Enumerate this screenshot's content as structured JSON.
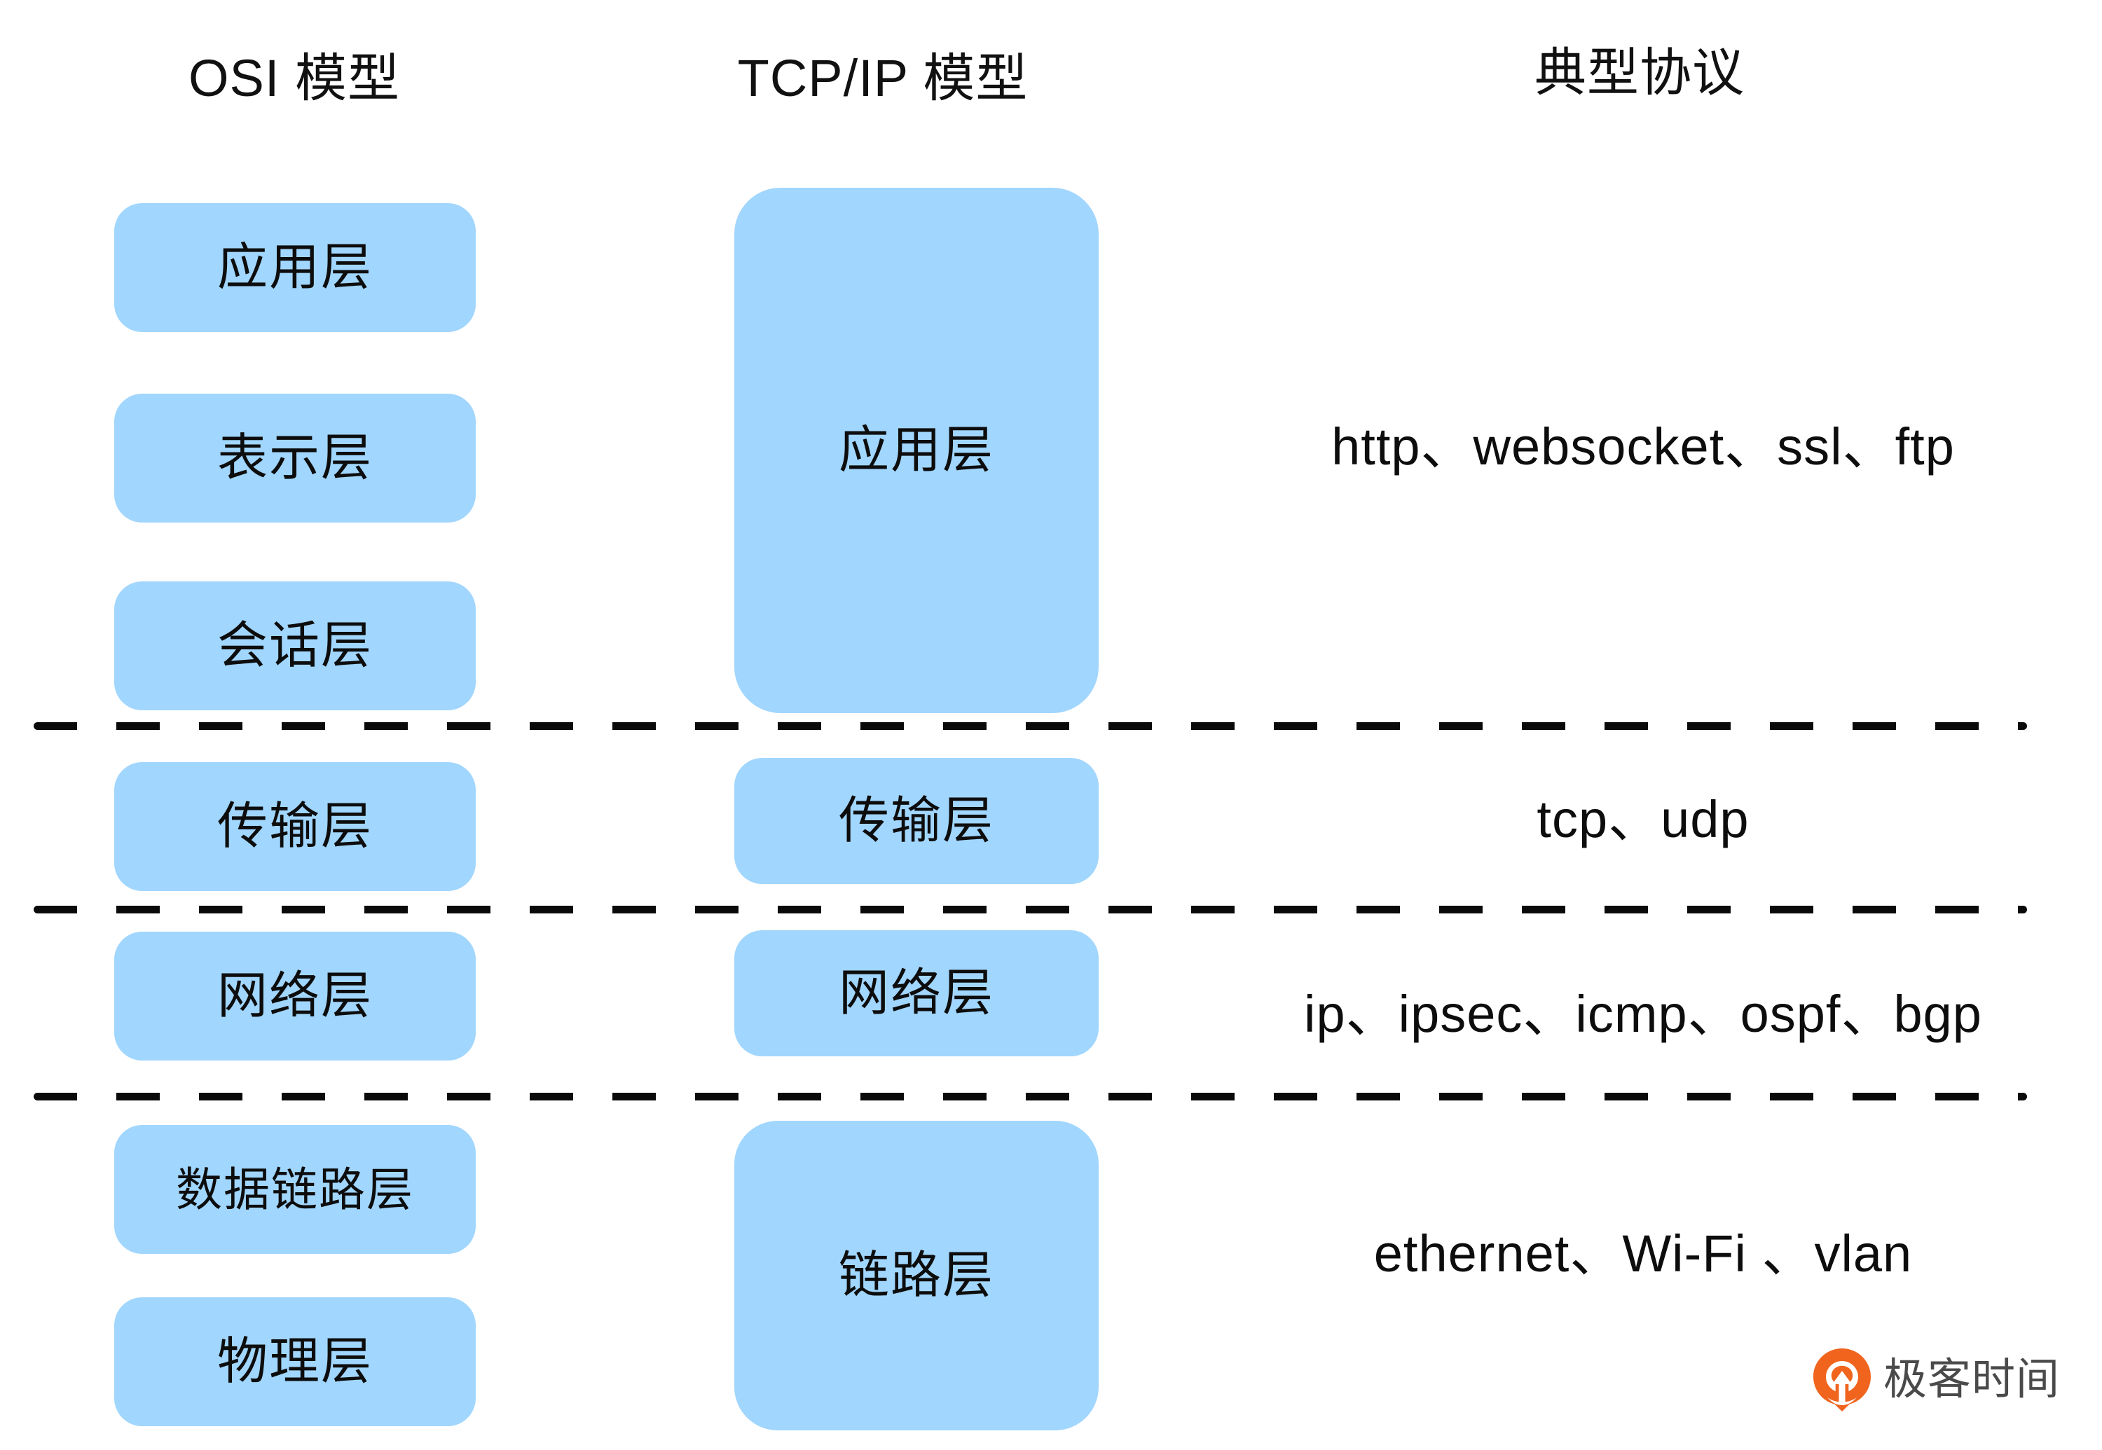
{
  "columns": {
    "osi_header": "OSI 模型",
    "tcpip_header": "TCP/IP 模型",
    "protocols_header": "典型协议"
  },
  "osi_layers": [
    {
      "label": "应用层"
    },
    {
      "label": "表示层"
    },
    {
      "label": "会话层"
    },
    {
      "label": "传输层"
    },
    {
      "label": "网络层"
    },
    {
      "label": "数据链路层"
    },
    {
      "label": "物理层"
    }
  ],
  "tcpip_layers": [
    {
      "label": "应用层"
    },
    {
      "label": "传输层"
    },
    {
      "label": "网络层"
    },
    {
      "label": "链路层"
    }
  ],
  "protocols": [
    {
      "text": "http、websocket、ssl、ftp"
    },
    {
      "text": "tcp、udp"
    },
    {
      "text": "ip、ipsec、icmp、ospf、bgp"
    },
    {
      "text": "ethernet、Wi-Fi 、vlan"
    }
  ],
  "brand": {
    "name": "极客时间"
  },
  "colors": {
    "box_fill": "#A1D6FE",
    "text": "#0d0d0d",
    "divider": "#0a0a0a",
    "brand_orange": "#F0641E",
    "brand_text": "#4a4a4a",
    "background": "#ffffff"
  }
}
